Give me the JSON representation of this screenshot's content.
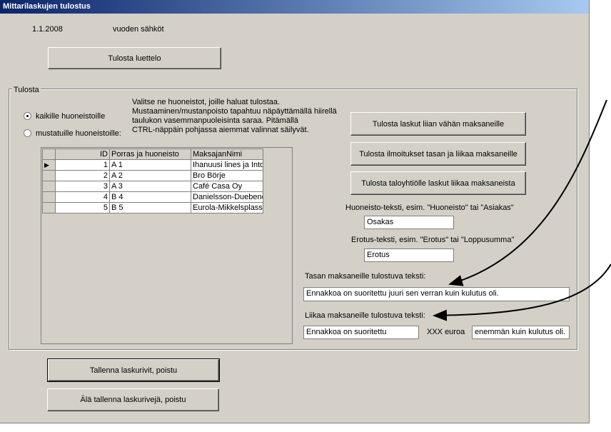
{
  "window": {
    "title": "Mittarilaskujen tulostus"
  },
  "header": {
    "date": "1.1.2008",
    "caption": "vuoden sähköt"
  },
  "buttons": {
    "print_list": "Tulosta luettelo",
    "print_underpaid": "Tulosta laskut liian vähän maksaneille",
    "print_notices": "Tulosta ilmoitukset tasan ja liikaa maksaneille",
    "print_association": "Tulosta taloyhtiölle laskut liikaa maksaneista",
    "save_exit": "Tallenna laskurivit, poistu",
    "nosave_exit": "Älä tallenna laskurivejä, poistu"
  },
  "print_group": {
    "label": "Tulosta",
    "radio_all": "kaikille huoneistoille",
    "radio_marked": "mustatuille huoneistoille:",
    "instructions": [
      "Valitse ne huoneistot, joille haluat tulostaa.",
      "Mustaaminen/mustanpoisto tapahtuu näpäyttämällä hiirellä",
      "taulukon vasemmanpuoleisinta saraa. Pitämällä",
      "CTRL-näppäin pohjassa aiemmat valinnat säilyvät."
    ]
  },
  "table": {
    "columns": [
      "ID",
      "Porras ja huoneisto",
      "MaksajanNimi"
    ],
    "rows": [
      {
        "id": "1",
        "porras": "A 1",
        "nimi": "Ihanuusi lines ja Into"
      },
      {
        "id": "2",
        "porras": "A 2",
        "nimi": "Bro Börje"
      },
      {
        "id": "3",
        "porras": "A 3",
        "nimi": "Café Casa Oy"
      },
      {
        "id": "4",
        "porras": "B 4",
        "nimi": "Danielsson-Duebenc"
      },
      {
        "id": "5",
        "porras": "B 5",
        "nimi": "Eurola-Mikkelsplass I"
      }
    ]
  },
  "fields": {
    "apartment_label": "Huoneisto-teksti, esim. \"Huoneisto\" tai \"Asiakas\"",
    "apartment_value": "Osakas",
    "difference_label": "Erotus-teksti, esim. \"Erotus\" tai \"Loppusumma\"",
    "difference_value": "Erotus",
    "exact_label": "Tasan maksaneille tulostuva teksti:",
    "exact_value": "Ennakkoa on suoritettu juuri sen verran kuin kulutus oli.",
    "over_label": "Liikaa maksaneille tulostuva teksti:",
    "over_value1": "Ennakkoa on suoritettu",
    "over_mid": "XXX euroa",
    "over_value2": "enemmän kuin kulutus oli."
  }
}
